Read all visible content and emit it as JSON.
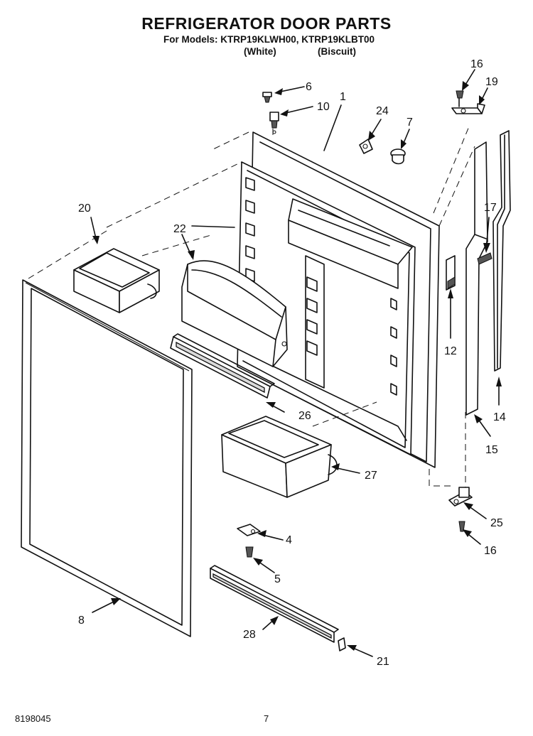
{
  "header": {
    "title": "REFRIGERATOR DOOR PARTS",
    "models_line": "For Models: KTRP19KLWH00, KTRP19KLBT00",
    "variant_white": "(White)",
    "variant_biscuit": "(Biscuit)"
  },
  "callouts": {
    "c1": "1",
    "c4": "4",
    "c5": "5",
    "c6": "6",
    "c7": "7",
    "c8": "8",
    "c10": "10",
    "c12": "12",
    "c14": "14",
    "c15": "15",
    "c16a": "16",
    "c16b": "16",
    "c17": "17",
    "c19": "19",
    "c20": "20",
    "c21": "21",
    "c22": "22",
    "c24": "24",
    "c25": "25",
    "c26": "26",
    "c27": "27",
    "c28": "28"
  },
  "footer": {
    "doc_number": "8198045",
    "page_number": "7"
  }
}
